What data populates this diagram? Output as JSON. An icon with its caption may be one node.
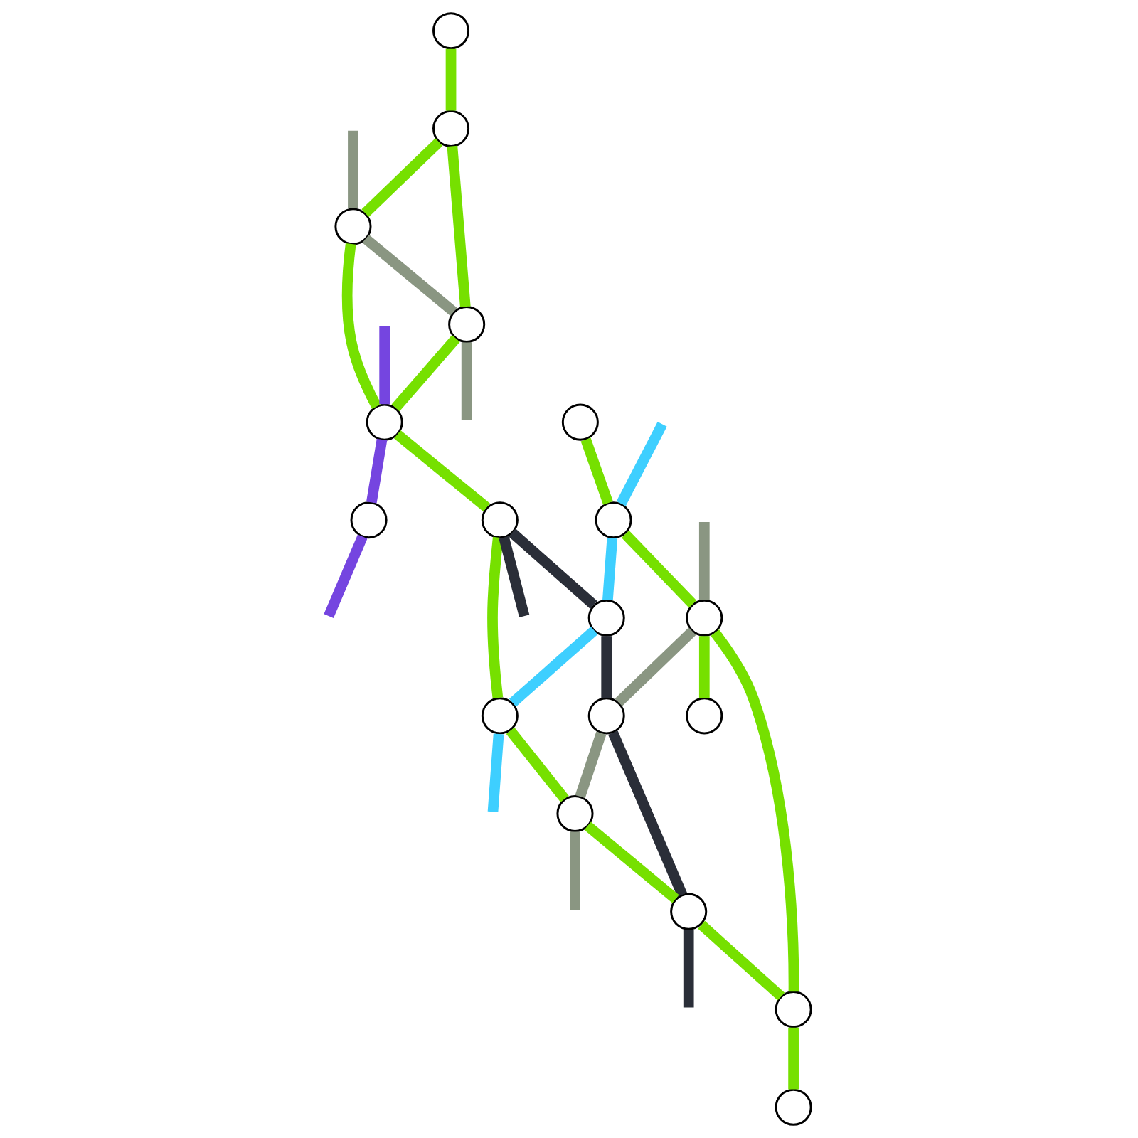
{
  "diagram": {
    "nodes": [
      {
        "text": [],
        "shape": "circle"
      },
      {
        "text": [],
        "shape": "circle"
      },
      {
        "text": [],
        "shape": "circle"
      },
      {
        "text": [],
        "shape": "circle"
      },
      {
        "text": [],
        "shape": "circle"
      },
      {
        "text": [],
        "shape": "circle"
      },
      {
        "text": [],
        "shape": "circle"
      },
      {
        "text": [],
        "shape": "circle"
      },
      {
        "text": [],
        "shape": "circle"
      },
      {
        "text": [],
        "shape": "circle"
      },
      {
        "text": [],
        "shape": "circle"
      },
      {
        "text": [],
        "shape": "circle"
      },
      {
        "text": [],
        "shape": "circle"
      },
      {
        "text": [],
        "shape": "circle"
      },
      {
        "text": [],
        "shape": "circle"
      },
      {
        "text": [],
        "shape": "circle"
      },
      {
        "text": [],
        "shape": "circle"
      },
      {
        "text": [],
        "shape": "circle"
      }
    ],
    "edges": [
      {
        "from": 0,
        "to": 1,
        "arrow": "none"
      },
      {
        "from": 1,
        "to": 2,
        "arrow": "none"
      },
      {
        "from": 1,
        "to": 3,
        "arrow": "none"
      },
      {
        "from": null,
        "to": 2,
        "arrow": "none",
        "color": "#8a9682"
      },
      {
        "from": 2,
        "to": 3,
        "arrow": "none",
        "color": "#8a9682"
      },
      {
        "from": 3,
        "to": null,
        "arrow": "none",
        "color": "#8a9682"
      },
      {
        "from": 2,
        "to": 4,
        "arrow": "none"
      },
      {
        "from": 3,
        "to": 4,
        "arrow": "none"
      },
      {
        "from": null,
        "to": 4,
        "arrow": "none",
        "color": "#7545e0"
      },
      {
        "from": 4,
        "to": 5,
        "arrow": "none",
        "color": "#7545e0"
      },
      {
        "from": 5,
        "to": null,
        "arrow": "none",
        "color": "#7545e0"
      },
      {
        "from": 4,
        "to": 6,
        "arrow": "none"
      },
      {
        "from": 6,
        "to": null,
        "arrow": "none",
        "color": "#2a2e38"
      },
      {
        "from": 6,
        "to": 9,
        "arrow": "none",
        "color": "#2a2e38"
      },
      {
        "from": 6,
        "to": 10,
        "arrow": "none"
      },
      {
        "from": 7,
        "to": 8,
        "arrow": "none"
      },
      {
        "from": null,
        "to": 8,
        "arrow": "none",
        "color": "#3ecfff"
      },
      {
        "from": 8,
        "to": 9,
        "arrow": "none",
        "color": "#3ecfff"
      },
      {
        "from": 9,
        "to": 10,
        "arrow": "none",
        "color": "#3ecfff"
      },
      {
        "from": 10,
        "to": null,
        "arrow": "none",
        "color": "#3ecfff"
      },
      {
        "from": 8,
        "to": 11,
        "arrow": "none"
      },
      {
        "from": 9,
        "to": 12,
        "arrow": "none",
        "color": "#2a2e38"
      },
      {
        "from": 10,
        "to": 13,
        "arrow": "none"
      },
      {
        "from": null,
        "to": 11,
        "arrow": "none",
        "color": "#8a9682"
      },
      {
        "from": 11,
        "to": 12,
        "arrow": "none",
        "color": "#8a9682"
      },
      {
        "from": 12,
        "to": 13,
        "arrow": "none",
        "color": "#8a9682"
      },
      {
        "from": 13,
        "to": null,
        "arrow": "none",
        "color": "#8a9682"
      },
      {
        "from": 12,
        "to": 14,
        "arrow": "none",
        "color": "#2a2e38"
      },
      {
        "from": 13,
        "to": 14,
        "arrow": "none"
      },
      {
        "from": 14,
        "to": null,
        "arrow": "none",
        "color": "#2a2e38"
      },
      {
        "from": 14,
        "to": 16,
        "arrow": "none"
      },
      {
        "from": 11,
        "to": 15,
        "arrow": "none"
      },
      {
        "from": 11,
        "to": 16,
        "arrow": "none"
      },
      {
        "from": 16,
        "to": 17,
        "arrow": "none"
      }
    ]
  }
}
